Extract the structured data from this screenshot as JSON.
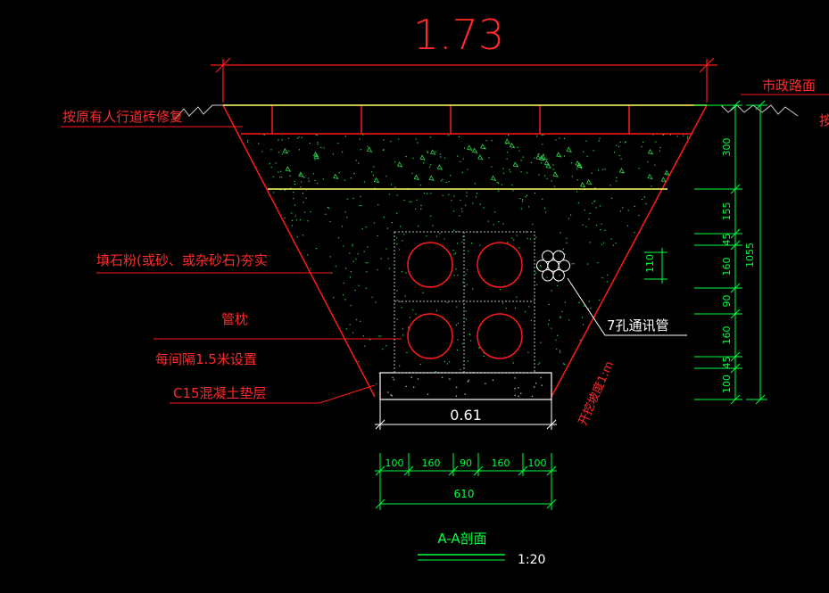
{
  "drawing": {
    "top_width_dim": "1.73",
    "road_label": "市政路面",
    "road_label_cut": "按",
    "restore_label": "按原有人行道砖修复",
    "fill_label": "填石粉(或砂、或杂砂石)夯实",
    "pillow_label": "管枕",
    "pillow_interval": "每间隔1.5米设置",
    "base_label": "C15混凝土垫层",
    "conduit_label": "7孔通讯管",
    "slope_label": "开挖坡度1:m",
    "bottom_width_dim": "0.61",
    "conduit_gap_dim": "110",
    "bottom_segments": [
      "100",
      "160",
      "90",
      "160",
      "100"
    ],
    "bottom_total": "610",
    "right_segments": [
      "300",
      "155",
      "45",
      "160",
      "90",
      "160",
      "45",
      "100"
    ],
    "right_total": "1055",
    "section_title": "A-A剖面",
    "scale": "1:20"
  },
  "colors": {
    "background": "#000000",
    "outline_red": "#ff1a1a",
    "dimension_green": "#00ff3c",
    "text_red": "#ff2a2a",
    "surface_yellow": "#ffff66",
    "white": "#ffffff",
    "sand_speckle": "#2fd64f"
  }
}
